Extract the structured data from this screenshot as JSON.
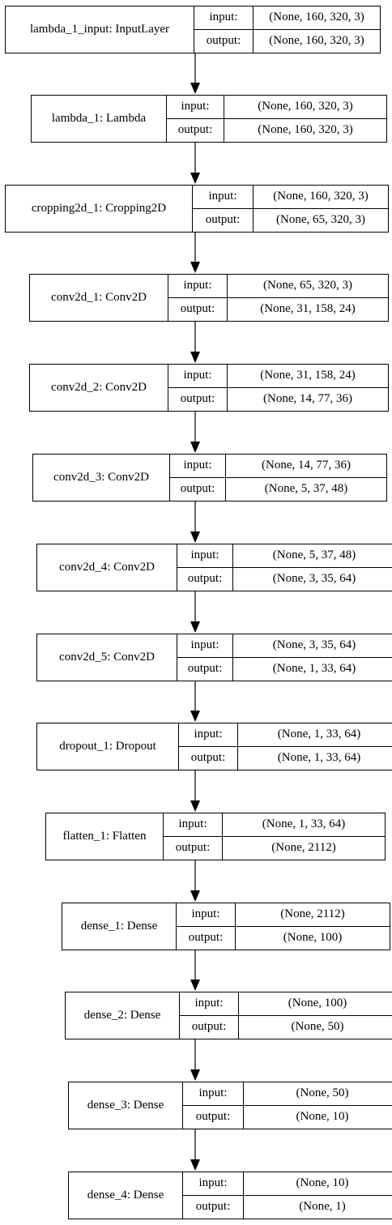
{
  "io_labels": {
    "input": "input:",
    "output": "output:"
  },
  "layers": [
    {
      "name": "lambda_1_input: InputLayer",
      "input": "(None, 160, 320, 3)",
      "output": "(None, 160, 320, 3)"
    },
    {
      "name": "lambda_1: Lambda",
      "input": "(None, 160, 320, 3)",
      "output": "(None, 160, 320, 3)"
    },
    {
      "name": "cropping2d_1: Cropping2D",
      "input": "(None, 160, 320, 3)",
      "output": "(None, 65, 320, 3)"
    },
    {
      "name": "conv2d_1: Conv2D",
      "input": "(None, 65, 320, 3)",
      "output": "(None, 31, 158, 24)"
    },
    {
      "name": "conv2d_2: Conv2D",
      "input": "(None, 31, 158, 24)",
      "output": "(None, 14, 77, 36)"
    },
    {
      "name": "conv2d_3: Conv2D",
      "input": "(None, 14, 77, 36)",
      "output": "(None, 5, 37, 48)"
    },
    {
      "name": "conv2d_4: Conv2D",
      "input": "(None, 5, 37, 48)",
      "output": "(None, 3, 35, 64)"
    },
    {
      "name": "conv2d_5: Conv2D",
      "input": "(None, 3, 35, 64)",
      "output": "(None, 1, 33, 64)"
    },
    {
      "name": "dropout_1: Dropout",
      "input": "(None, 1, 33, 64)",
      "output": "(None, 1, 33, 64)"
    },
    {
      "name": "flatten_1: Flatten",
      "input": "(None, 1, 33, 64)",
      "output": "(None, 2112)"
    },
    {
      "name": "dense_1: Dense",
      "input": "(None, 2112)",
      "output": "(None, 100)"
    },
    {
      "name": "dense_2: Dense",
      "input": "(None, 100)",
      "output": "(None, 50)"
    },
    {
      "name": "dense_3: Dense",
      "input": "(None, 50)",
      "output": "(None, 10)"
    },
    {
      "name": "dense_4: Dense",
      "input": "(None, 10)",
      "output": "(None, 1)"
    }
  ]
}
